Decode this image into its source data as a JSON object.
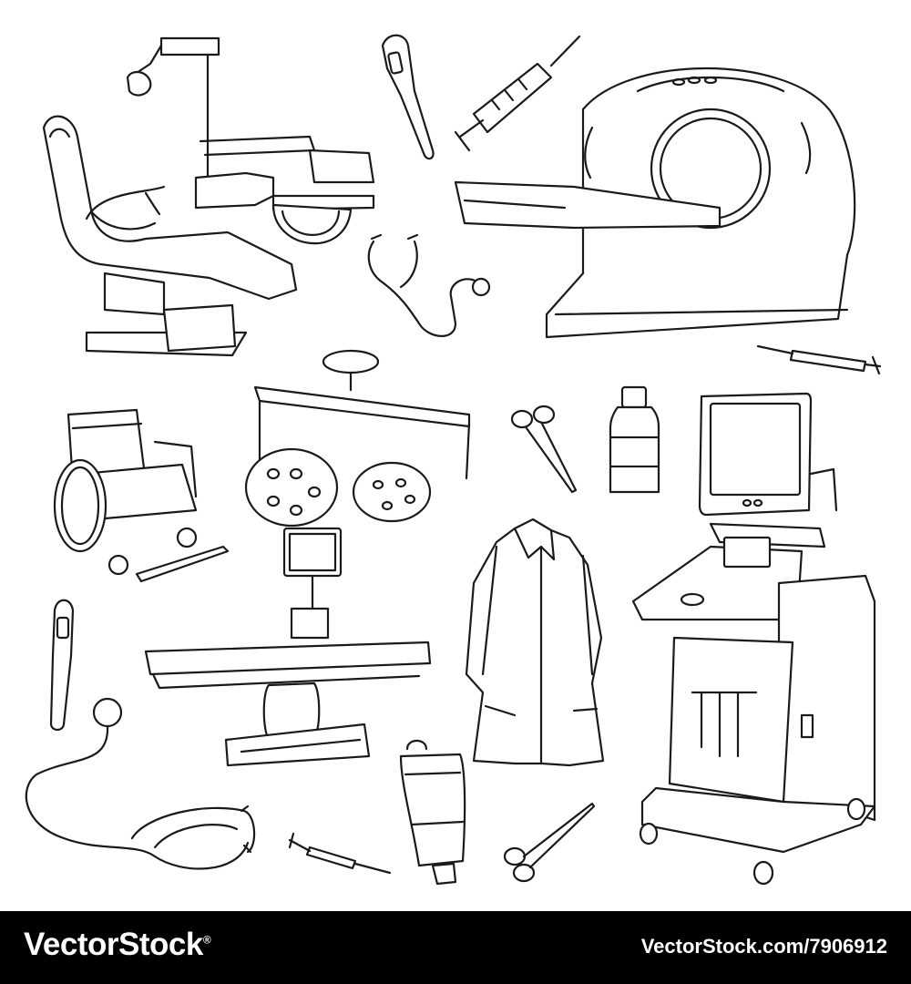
{
  "illustration": {
    "items": [
      "dental-chair",
      "digital-thermometer",
      "syringe",
      "ct-scanner",
      "stethoscope",
      "syringe",
      "wheelchair",
      "surgical-lamp",
      "scissors",
      "medicine-bottle",
      "ultrasound-machine",
      "lab-coat",
      "operating-table",
      "digital-thermometer",
      "stethoscope",
      "iv-bag",
      "syringe",
      "scissors"
    ],
    "line_color": "#1a1a1a",
    "background": "#ffffff"
  },
  "footer": {
    "brand": "VectorStock",
    "registered_mark": "®",
    "url": "VectorStock.com/7906912",
    "background": "#000000",
    "text_color": "#ffffff"
  }
}
